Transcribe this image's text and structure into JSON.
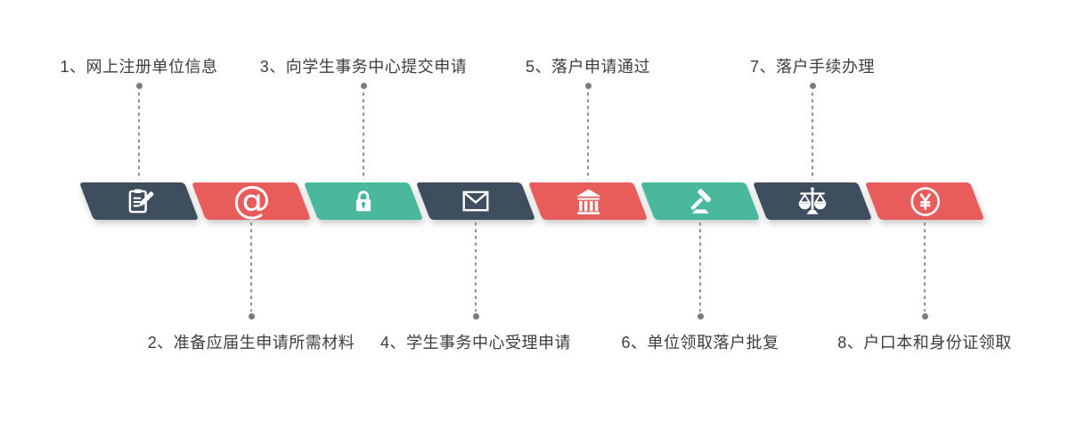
{
  "diagram": {
    "background": "#ffffff",
    "palette": {
      "slate": "#3e4e5e",
      "red": "#e85c5c",
      "teal": "#4ab89d",
      "label_text": "#3d3d3d",
      "connector_gray": "#8f8f8f"
    },
    "glyphs": {
      "at": "@",
      "yuan": "¥"
    },
    "steps": [
      {
        "label": "1、网上注册单位信息",
        "icon": "clipboard-edit-icon",
        "color": "slate",
        "position": "top"
      },
      {
        "label": "2、准备应届生申请所需材料",
        "icon": "at-sign-icon",
        "color": "red",
        "position": "bottom"
      },
      {
        "label": "3、向学生事务中心提交申请",
        "icon": "lock-icon",
        "color": "teal",
        "position": "top"
      },
      {
        "label": "4、学生事务中心受理申请",
        "icon": "envelope-icon",
        "color": "slate",
        "position": "bottom"
      },
      {
        "label": "5、落户申请通过",
        "icon": "bank-icon",
        "color": "red",
        "position": "top"
      },
      {
        "label": "6、单位领取落户批复",
        "icon": "gavel-icon",
        "color": "teal",
        "position": "bottom"
      },
      {
        "label": "7、落户手续办理",
        "icon": "scales-icon",
        "color": "slate",
        "position": "top"
      },
      {
        "label": "8、户口本和身份证领取",
        "icon": "yuan-circle-icon",
        "color": "red",
        "position": "bottom"
      }
    ]
  }
}
